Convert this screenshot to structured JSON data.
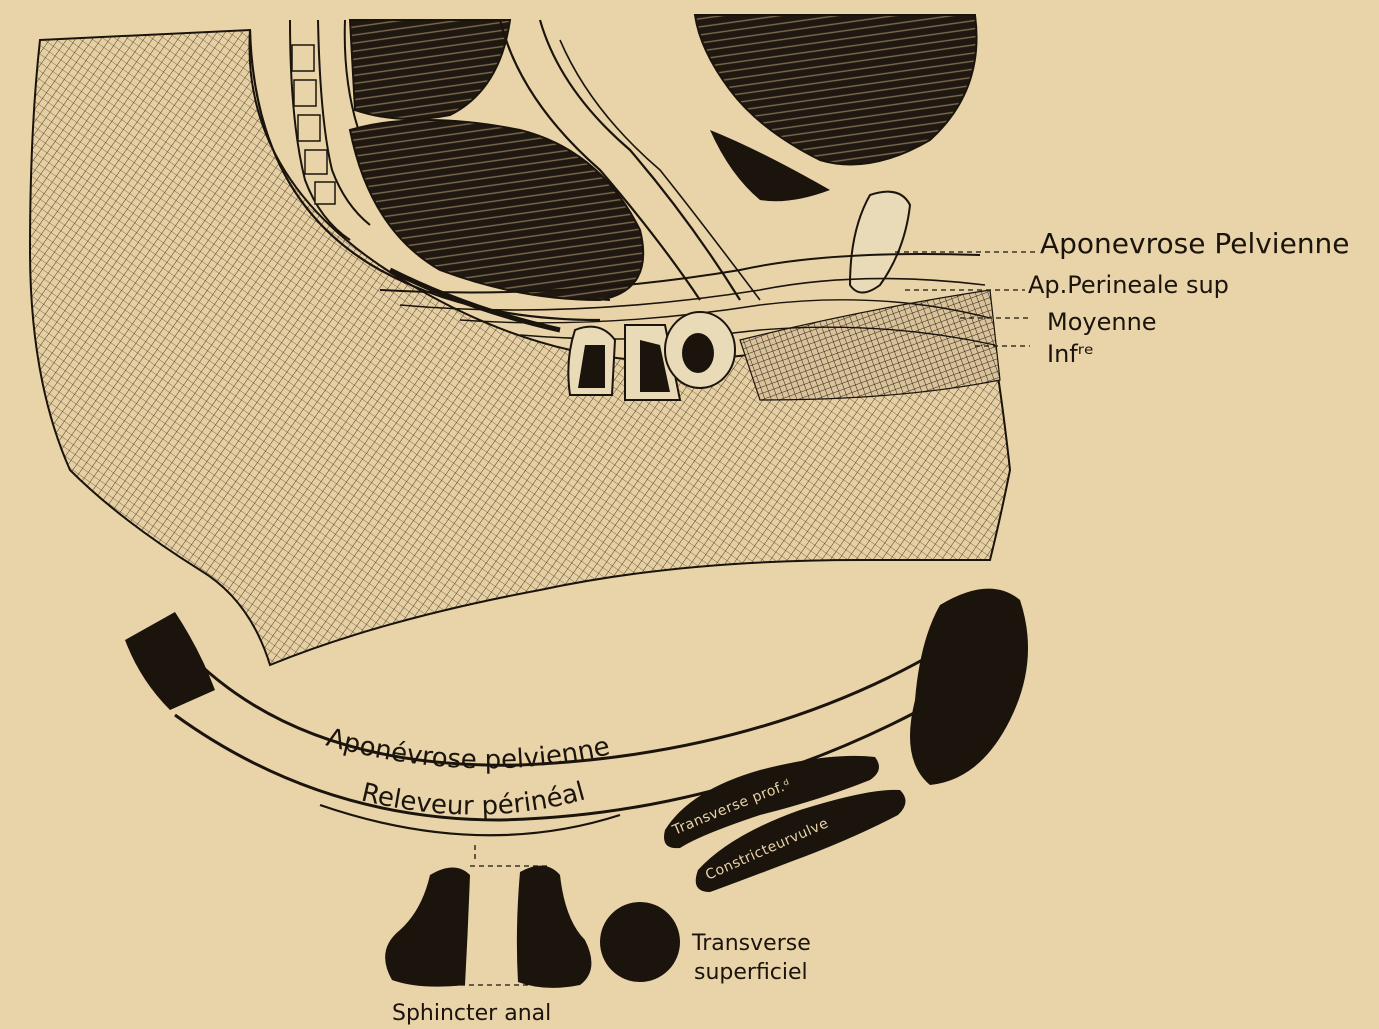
{
  "labels": {
    "upper": {
      "aponevrose_pelvienne": "Aponevrose Pelvienne",
      "ap_perineale_sup": "Ap.Perineale sup",
      "moyenne": "Moyenne",
      "infre": "Infʳᵉ"
    },
    "lower": {
      "aponevrose_pelvienne": "Aponévrose pelvienne",
      "releveur_perineal": "Releveur périnéal",
      "transverse_prof": "Transverse prof.ᵈ",
      "constricteur_vulve": "Constricteurvulve",
      "transverse_superficiel_1": "Transverse",
      "transverse_superficiel_2": "superficiel",
      "sphincter_anal": "Sphincter anal"
    }
  },
  "colors": {
    "paper": "#e9d3a9",
    "ink": "#1a140c"
  }
}
